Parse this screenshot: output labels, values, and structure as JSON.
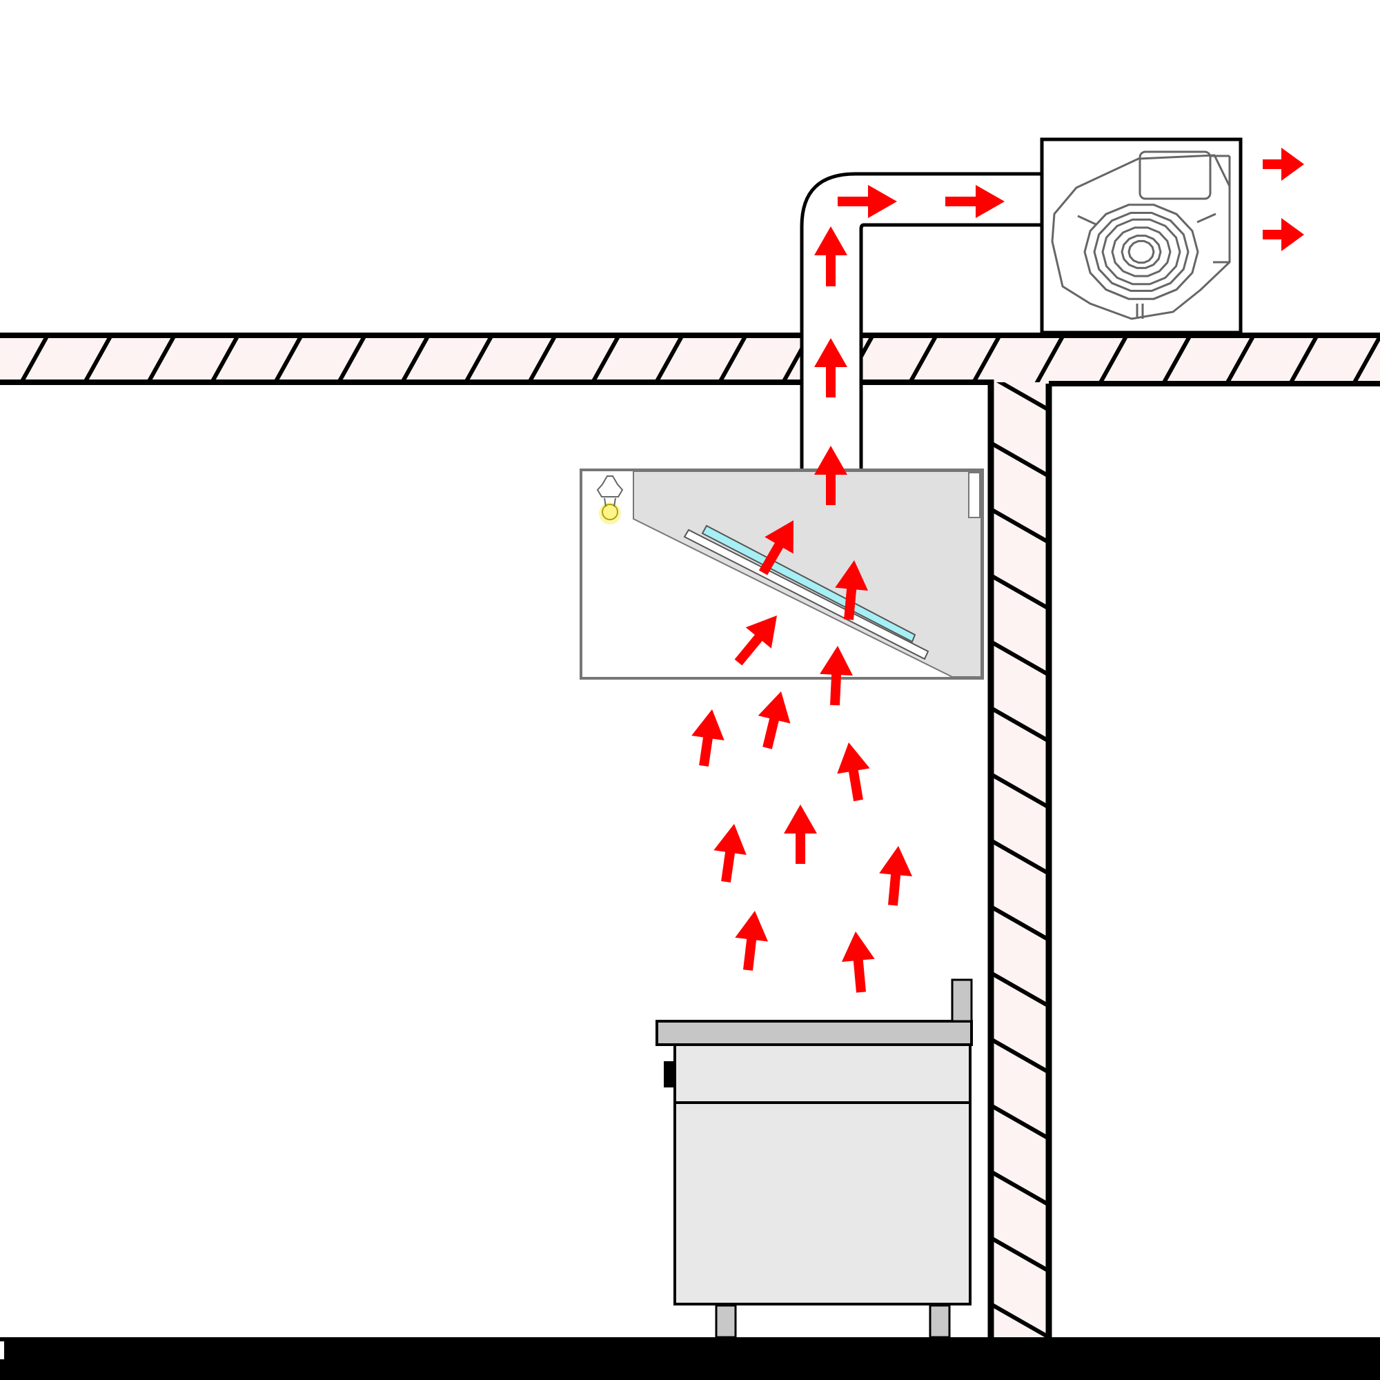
{
  "colors": {
    "background": "#ffffff",
    "outline": "#000000",
    "wall_fill": "#fdf3f3",
    "arrow": "#ff0000",
    "hood_fill": "#e0e0e0",
    "hood_outline": "#777777",
    "filter_blue": "#a6f0f5",
    "range_light": "#e8e8e8",
    "range_top": "#c6c6c6",
    "leg": "#c8c8c8",
    "lamp_glow": "#f7ee6a",
    "fan_lines": "#666666"
  },
  "scene": {
    "ceiling": "hatched-ceiling-slab",
    "wall": "hatched-right-wall",
    "floor": "solid-floor",
    "hood": "exhaust-hood-with-inclined-filter-and-lamp",
    "duct": "vertical-duct-with-elbow-to-roof-fan",
    "fan": "roof-mounted-centrifugal-exhaust-fan",
    "appliance": "cooking-range-on-legs",
    "airflow": "red-arrows-showing-rising-fumes-and-exhaust"
  }
}
